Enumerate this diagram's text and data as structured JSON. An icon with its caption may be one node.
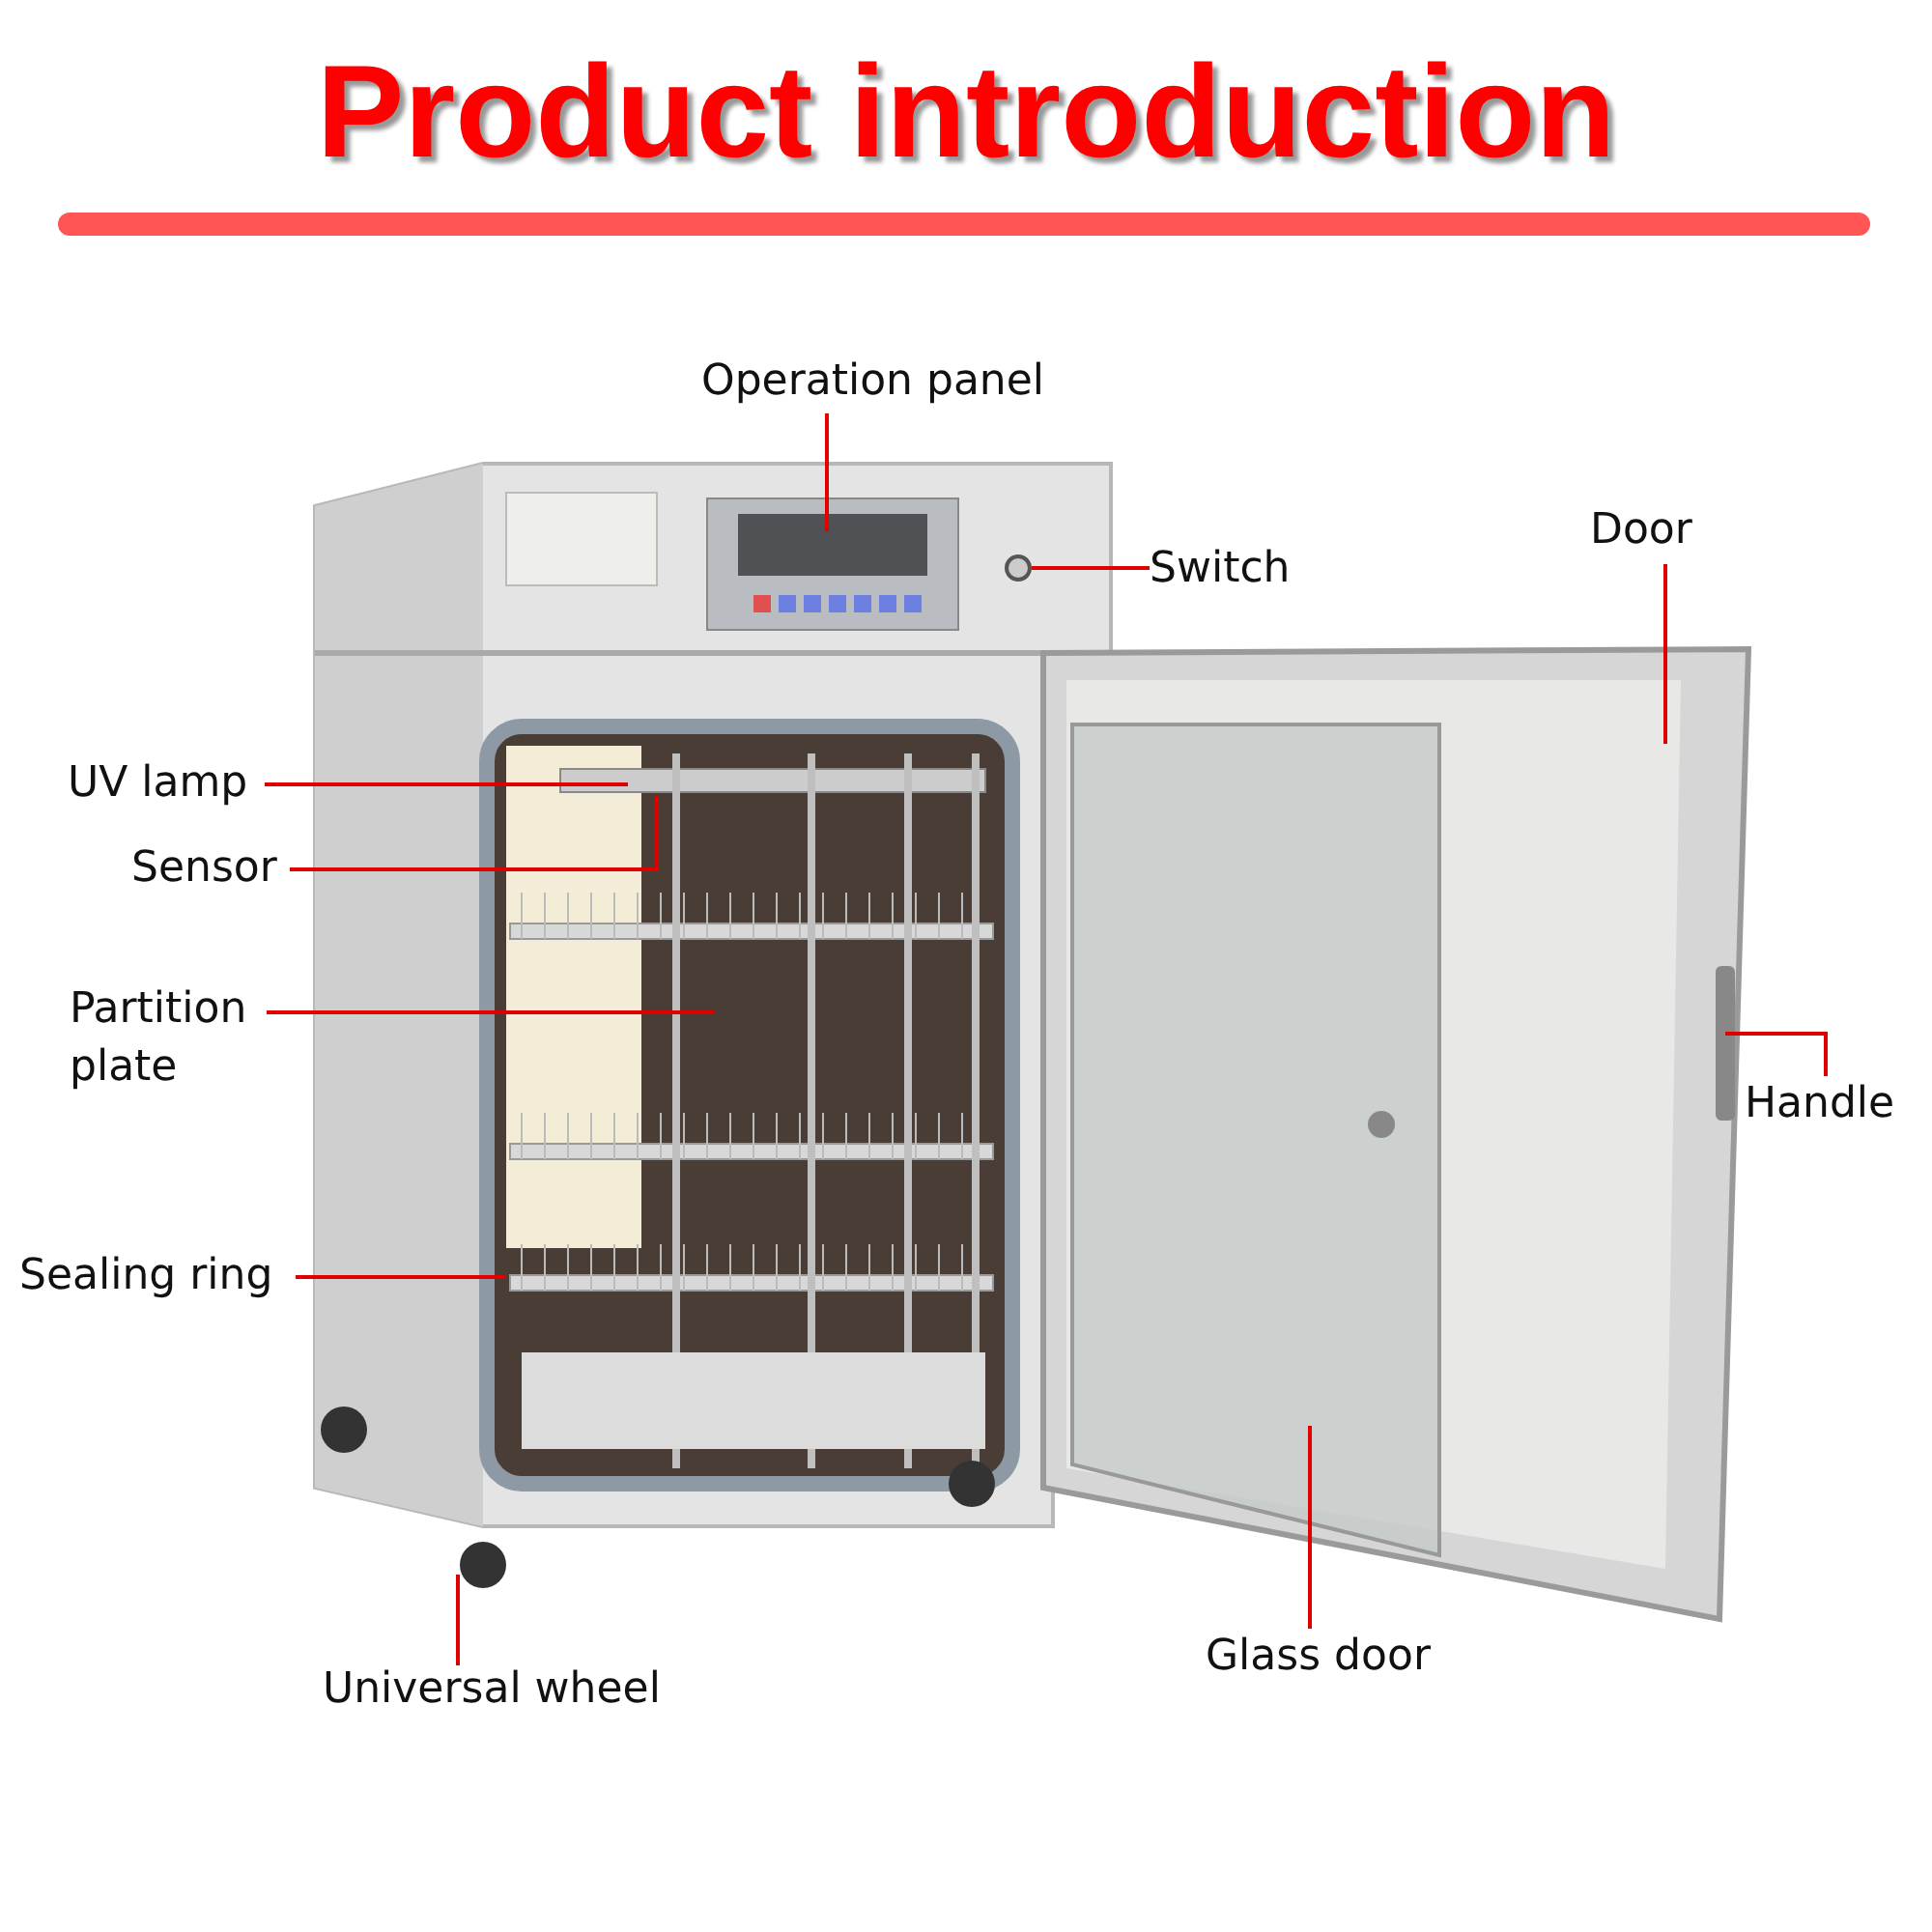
{
  "diagram": {
    "title": "Product introduction",
    "nodes": [
      {
        "text": [
          "Operation panel"
        ]
      },
      {
        "text": [
          "Switch"
        ]
      },
      {
        "text": [
          "Door"
        ]
      },
      {
        "text": [
          "UV lamp"
        ]
      },
      {
        "text": [
          "Sensor"
        ]
      },
      {
        "text": [
          "Partition plate"
        ]
      },
      {
        "text": [
          "Handle"
        ]
      },
      {
        "text": [
          "Sealing ring"
        ]
      },
      {
        "text": [
          "Glass door"
        ]
      },
      {
        "text": [
          "Universal wheel"
        ]
      }
    ],
    "edges": [
      {
        "from": 0,
        "to": null,
        "arrow": "none"
      },
      {
        "from": 1,
        "to": null,
        "arrow": "none"
      },
      {
        "from": 2,
        "to": null,
        "arrow": "none"
      },
      {
        "from": 3,
        "to": null,
        "arrow": "none"
      },
      {
        "from": 4,
        "to": null,
        "arrow": "none"
      },
      {
        "from": 5,
        "to": null,
        "arrow": "none"
      },
      {
        "from": 6,
        "to": null,
        "arrow": "none"
      },
      {
        "from": 7,
        "to": null,
        "arrow": "none"
      },
      {
        "from": 8,
        "to": null,
        "arrow": "none"
      },
      {
        "from": 9,
        "to": null,
        "arrow": "none"
      }
    ]
  }
}
